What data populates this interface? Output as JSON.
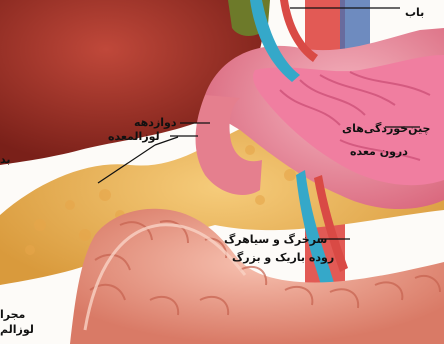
{
  "labels": {
    "portal_vein": "باب",
    "duodenum": "دوازدهه",
    "pancreas": "لوزالمعده",
    "gastric_folds_line1": "چین‌خوردگی‌های",
    "gastric_folds_line2": "درون معده",
    "mesenteric_line1": "سرخرگ و سیاهرگ",
    "mesenteric_line2": "روده باریک و بزرگ",
    "bile_duct_line1": "مجرا",
    "bile_duct_line2": "لوزالم",
    "left_edge": "بد"
  },
  "colors": {
    "background": "#fdfbf8",
    "liver": "#9b2f24",
    "stomach": "#e78a9b",
    "pancreas": "#f0b85c",
    "intestine": "#efa08c",
    "artery": "#d94a45",
    "vein": "#35a8c9",
    "leader_line": "#111111"
  }
}
